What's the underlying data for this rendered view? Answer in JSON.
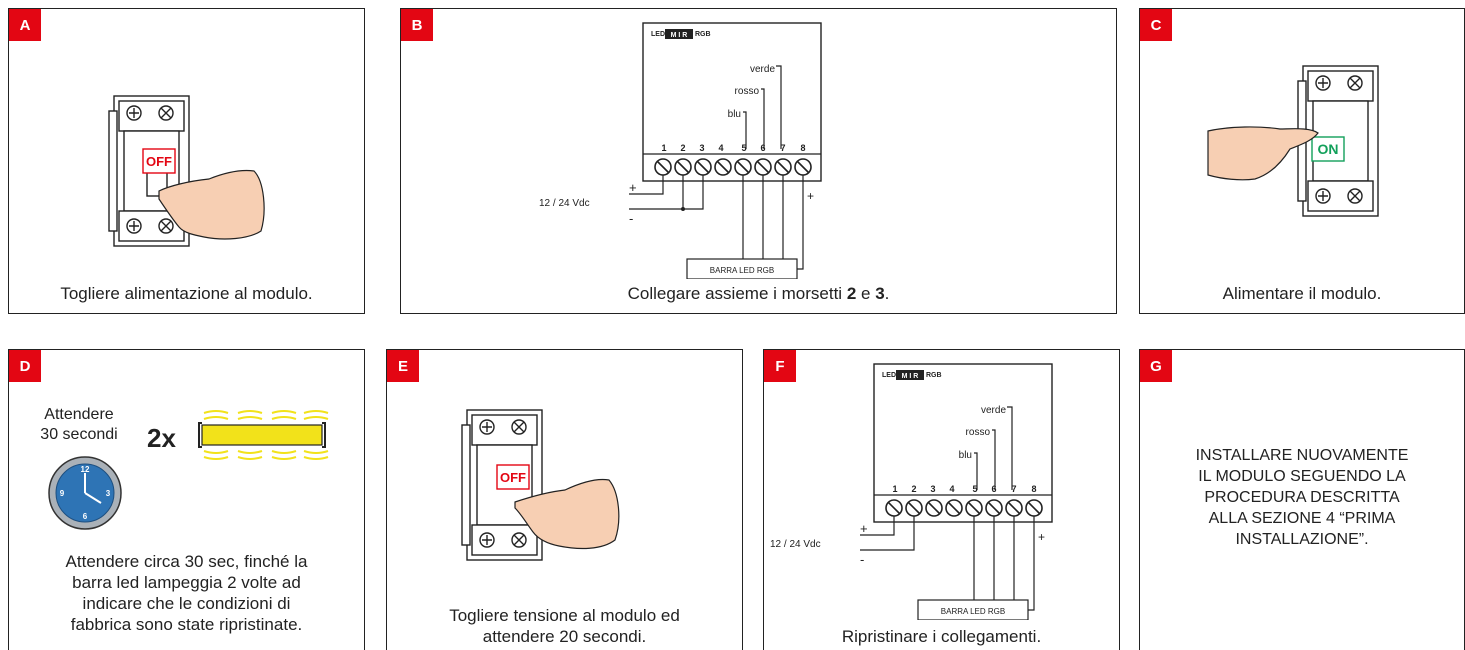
{
  "panels": {
    "a": {
      "tag": "A",
      "caption": "Togliere alimentazione al modulo.",
      "switch_label": "OFF"
    },
    "b": {
      "tag": "B",
      "caption_pre": "Collegare assieme i morsetti ",
      "caption_b1": "2",
      "caption_mid": " e ",
      "caption_b2": "3",
      "caption_post": "."
    },
    "c": {
      "tag": "C",
      "caption": "Alimentare il modulo.",
      "switch_label": "ON"
    },
    "d": {
      "tag": "D",
      "wait_line1": "Attendere",
      "wait_line2": "30 secondi",
      "times": "2x",
      "caption_lines": [
        "Attendere circa 30 sec, finché la",
        "barra led lampeggia 2 volte ad",
        "indicare che le condizioni di",
        "fabbrica sono state ripristinate."
      ],
      "clock_numbers": [
        "12",
        "3",
        "6",
        "9"
      ]
    },
    "e": {
      "tag": "E",
      "caption_lines": [
        "Togliere tensione al modulo ed",
        "attendere 20 secondi."
      ],
      "switch_label": "OFF"
    },
    "f": {
      "tag": "F",
      "caption": "Ripristinare i collegamenti."
    },
    "g": {
      "tag": "G",
      "text_lines": [
        "INSTALLARE NUOVAMENTE",
        "IL MODULO SEGUENDO LA",
        "PROCEDURA DESCRITTA",
        "ALLA SEZIONE 4 “PRIMA",
        "INSTALLAZIONE”."
      ]
    }
  },
  "wiring": {
    "brand_led": "LED",
    "brand_logo": "M I R",
    "brand_rgb": "RGB",
    "terminals": [
      "1",
      "2",
      "3",
      "4",
      "5",
      "6",
      "7",
      "8"
    ],
    "wire_verde": "verde",
    "wire_rosso": "rosso",
    "wire_blu": "blu",
    "supply": "12 / 24 Vdc",
    "plus": "+",
    "minus": "-",
    "bar": "BARRA LED RGB"
  },
  "colors": {
    "tag_red": "#e30613",
    "on_green": "#12a05a",
    "off_red": "#e30613",
    "led_yellow": "#f2e21a",
    "clock_blue": "#2e74b5"
  }
}
